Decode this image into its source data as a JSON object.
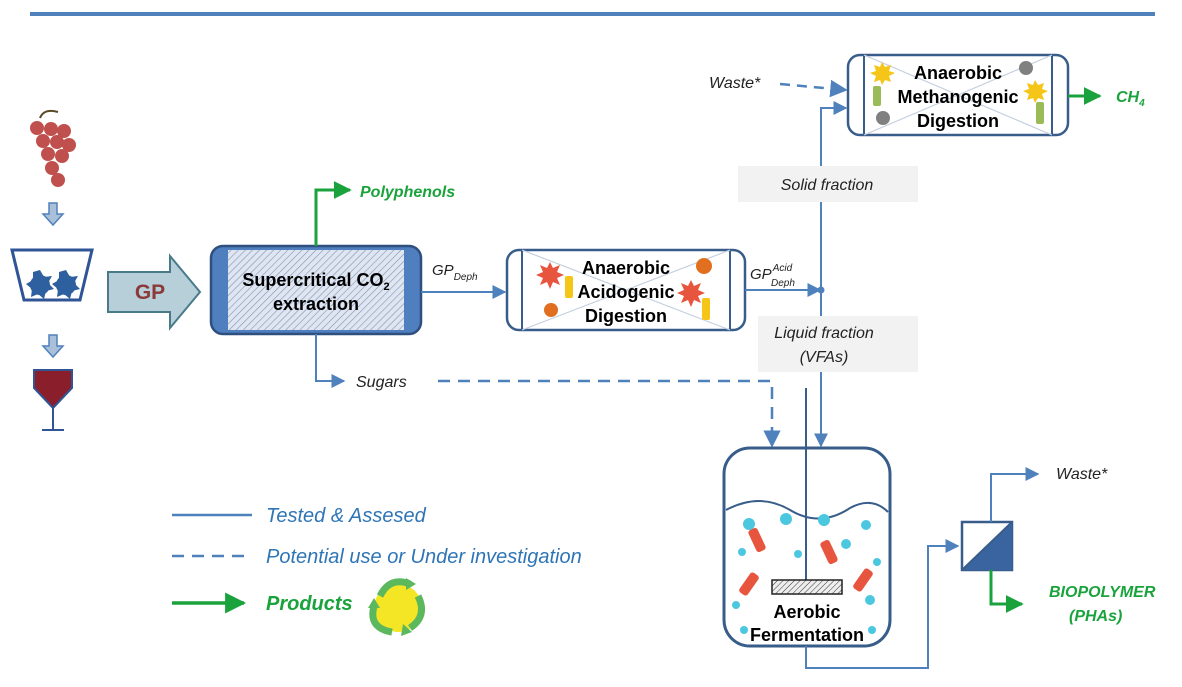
{
  "colors": {
    "flow": "#4f81bd",
    "product": "#1aa33c",
    "reactor_border": "#385d8a",
    "extractor_fill": "#4f7fbf",
    "grape": "#c0504d",
    "wine": "#8b1e2b",
    "drop": "#4bc8e0",
    "bacteria": "#e8553e"
  },
  "inputs": {
    "gp_label": "GP"
  },
  "extractor": {
    "line1": "Supercritical CO",
    "subscript": "2",
    "line2": "extraction"
  },
  "acidogenic": {
    "line1": "Anaerobic",
    "line2": "Acidogenic",
    "line3": "Digestion"
  },
  "methanogenic": {
    "line1": "Anaerobic",
    "line2": "Methanogenic",
    "line3": "Digestion"
  },
  "fermenter": {
    "line1": "Aerobic",
    "line2": "Fermentation"
  },
  "streams": {
    "polyphenols": "Polyphenols",
    "sugars": "Sugars",
    "gp_deph_base": "GP",
    "gp_deph_sub": "Deph",
    "gp_acid_base": "GP",
    "gp_acid_sup": "Acid",
    "gp_acid_sub": "Deph",
    "solid_fraction": "Solid fraction",
    "liquid_fraction_1": "Liquid fraction",
    "liquid_fraction_2": "(VFAs)",
    "waste_top": "Waste*",
    "waste_right": "Waste*",
    "ch4_base": "CH",
    "ch4_sub": "4",
    "biopolymer_1": "BIOPOLYMER",
    "biopolymer_2": "(PHAs)"
  },
  "legend": {
    "tested": "Tested & Assesed",
    "potential": "Potential use or Under investigation",
    "products": "Products"
  }
}
